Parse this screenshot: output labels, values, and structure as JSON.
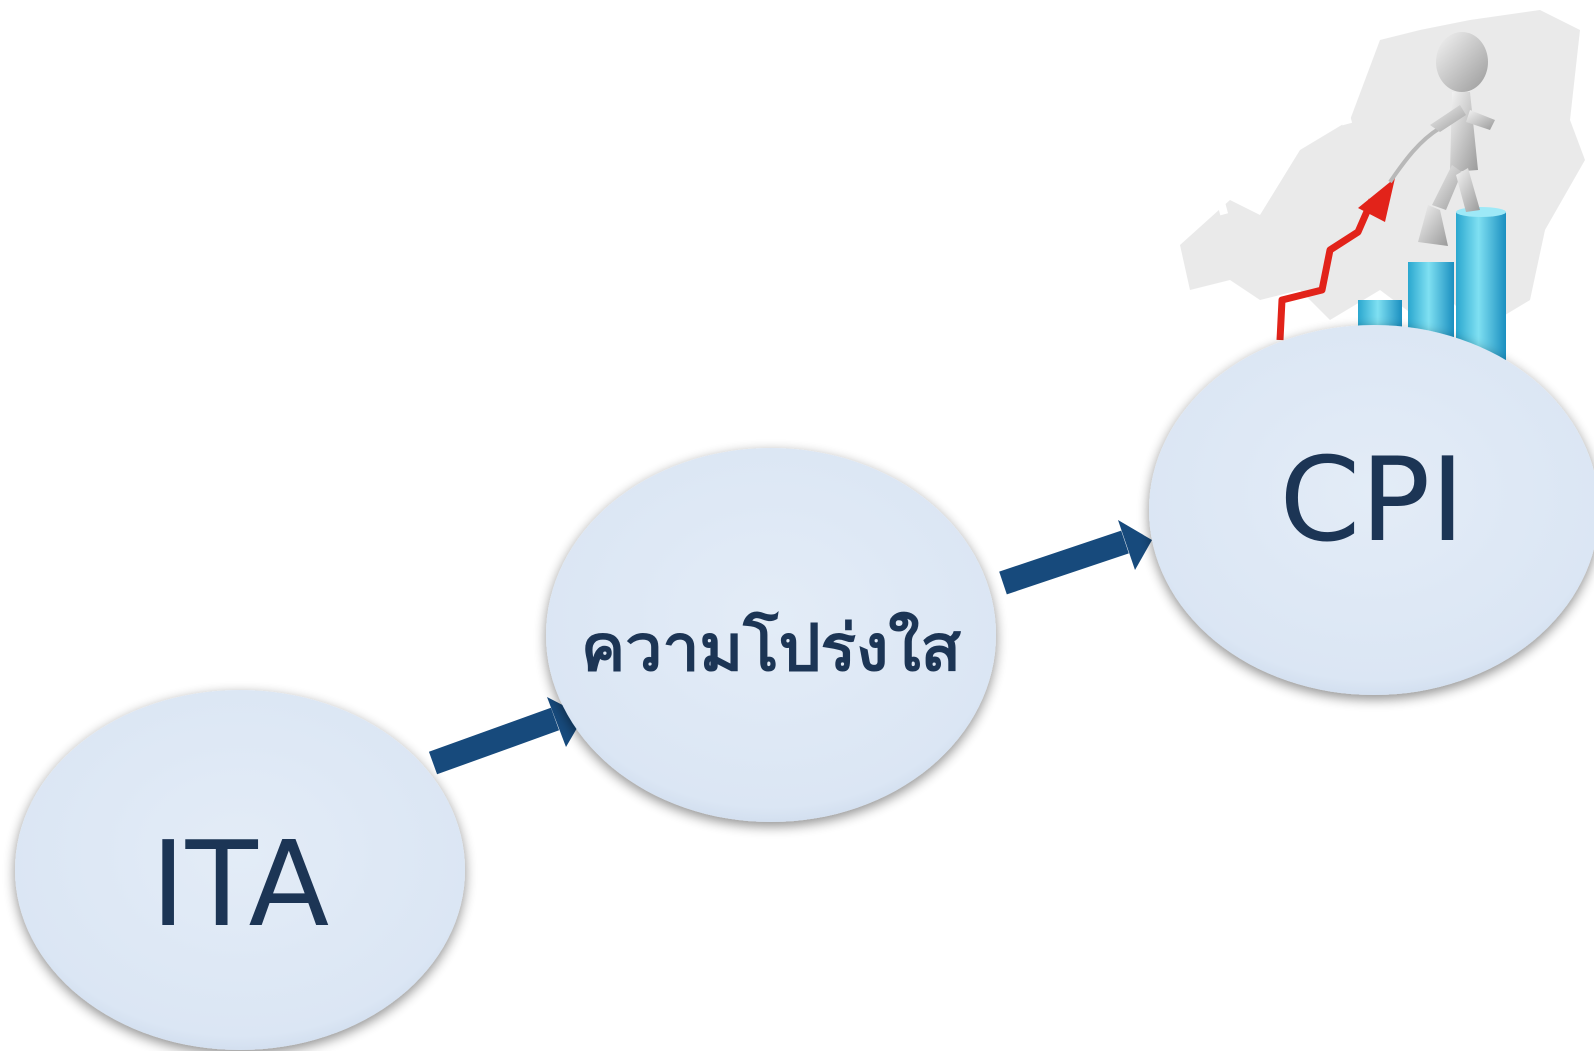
{
  "diagram": {
    "nodes": [
      {
        "id": "ita",
        "label": "ITA"
      },
      {
        "id": "transparency",
        "label": "ความโปร่งใส"
      },
      {
        "id": "cpi",
        "label": "CPI"
      }
    ],
    "edges": [
      {
        "from": "ita",
        "to": "transparency"
      },
      {
        "from": "transparency",
        "to": "cpi"
      }
    ],
    "illustration": {
      "name": "figure-climbing-bar-chart",
      "description_icon": "stick-figure-pulling-up-arrow-icon"
    },
    "colors": {
      "node_fill": "#dde8f5",
      "node_text": "#1e3555",
      "arrow": "#174a7c",
      "trend_arrow": "#e2231a",
      "bars": "#2bb7d9"
    }
  }
}
